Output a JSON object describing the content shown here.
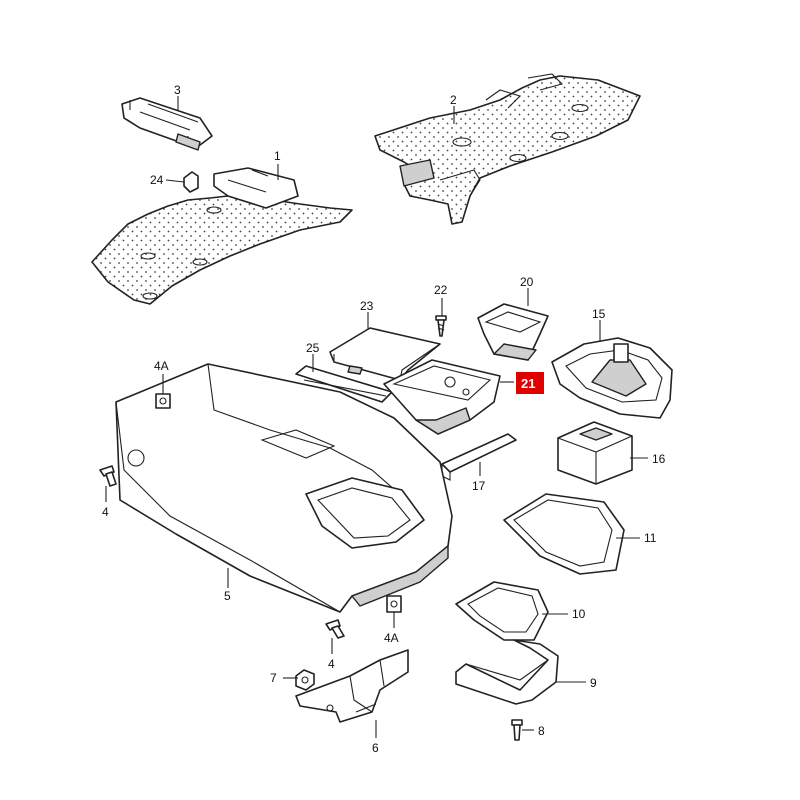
{
  "callouts": {
    "c1": "1",
    "c2": "2",
    "c3": "3",
    "c4a": "4",
    "c4b": "4",
    "c4A_a": "4A",
    "c4A_b": "4A",
    "c5": "5",
    "c6": "6",
    "c7": "7",
    "c8": "8",
    "c9": "9",
    "c10": "10",
    "c11": "11",
    "c15": "15",
    "c16": "16",
    "c17": "17",
    "c20": "20",
    "c21": "21",
    "c22": "22",
    "c23": "23",
    "c24": "24",
    "c25": "25"
  },
  "highlight_color": "#e00000"
}
